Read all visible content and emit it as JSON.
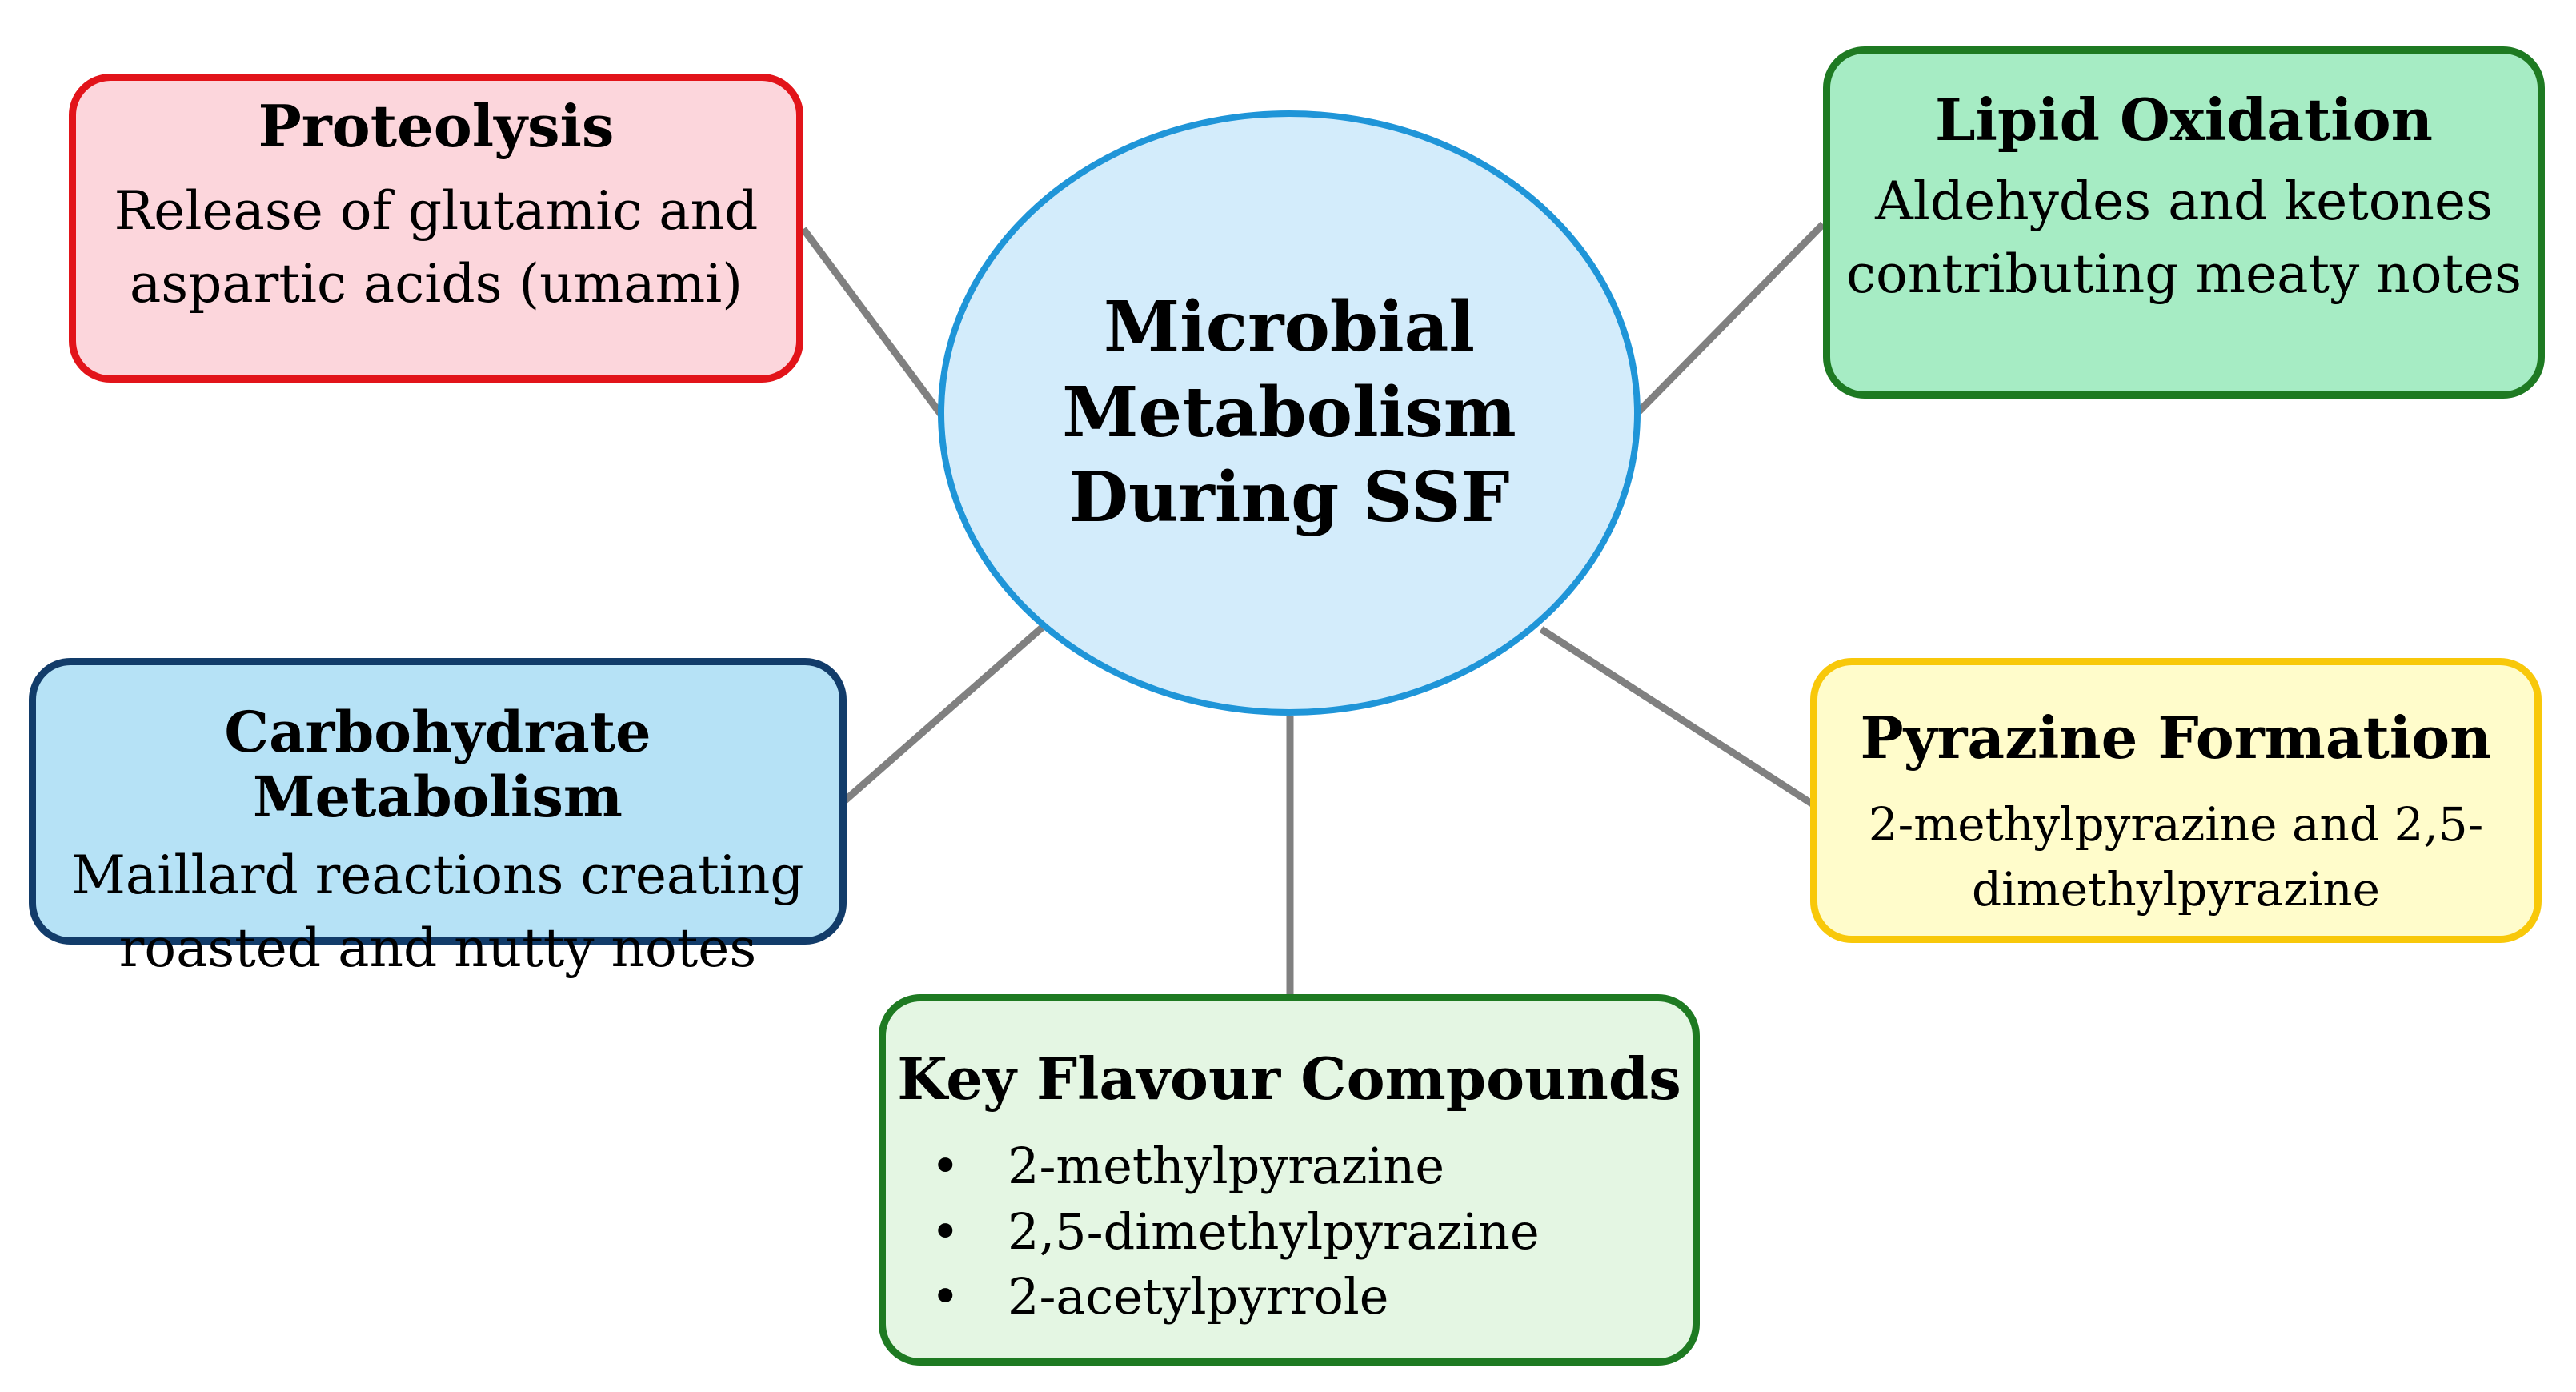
{
  "hub": {
    "title": "Microbial Metabolism During SSF",
    "fill": "#d3ecfb",
    "border": "#1f95d8"
  },
  "connector_color": "#808080",
  "boxes": {
    "proteolysis": {
      "title": "Proteolysis",
      "text": "Release of glutamic and aspartic acids (umami)",
      "fill": "#fcd6dc",
      "border": "#e2141a"
    },
    "lipid_oxidation": {
      "title": "Lipid Oxidation",
      "text": "Aldehydes and ketones contributing meaty notes",
      "fill": "#a6ecc4",
      "border": "#1e7a22"
    },
    "carbohydrate": {
      "title": "Carbohydrate Metabolism",
      "text": "Maillard reactions creating roasted and nutty notes",
      "fill": "#b6e2f6",
      "border": "#123c6a"
    },
    "pyrazine": {
      "title": "Pyrazine Formation",
      "text": "2-methylpyrazine and 2,5-dimethylpyrazine",
      "fill": "#fffccb",
      "border": "#f8c80a"
    },
    "flavour": {
      "title": "Key Flavour Compounds",
      "bullet": "•",
      "items": [
        "2-methylpyrazine",
        "2,5-dimethylpyrazine",
        "2-acetylpyrrole"
      ],
      "fill": "#e4f6e3",
      "border": "#1e7a22"
    }
  }
}
